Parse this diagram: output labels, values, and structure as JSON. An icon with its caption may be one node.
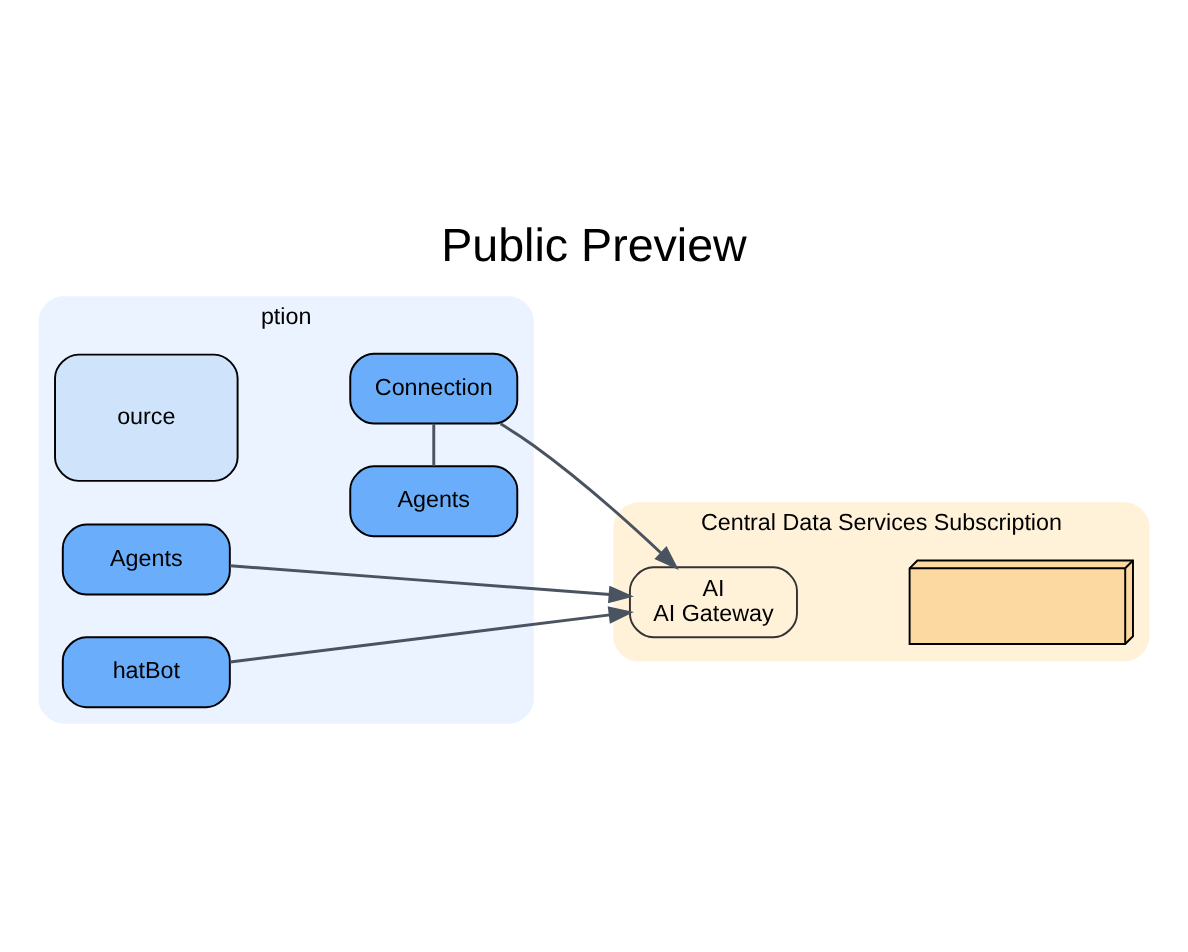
{
  "diagram": {
    "title": "Public Preview",
    "nodes": [
      {
        "text": [
          "ption"
        ]
      },
      {
        "text": [
          "ource"
        ],
        "in": 0
      },
      {
        "text": [
          "Agents"
        ],
        "in": 0
      },
      {
        "text": [
          "Connection"
        ],
        "in": 0
      },
      {
        "text": [
          "Agents"
        ],
        "in": 0
      },
      {
        "text": [
          "hatBot"
        ],
        "in": 0
      },
      {
        "text": [
          "Central Data Services Subscription"
        ]
      },
      {
        "text": [
          "AI",
          "AI Gateway"
        ],
        "in": 6
      },
      {
        "text": [],
        "shape": "box",
        "in": 6
      }
    ],
    "edges": [
      {
        "from": 2,
        "to": 3,
        "arrow": "none"
      },
      {
        "from": 3,
        "to": 7,
        "arrow": "to"
      },
      {
        "from": 4,
        "to": 7,
        "arrow": "to"
      },
      {
        "from": 5,
        "to": 7,
        "arrow": "to"
      }
    ]
  }
}
